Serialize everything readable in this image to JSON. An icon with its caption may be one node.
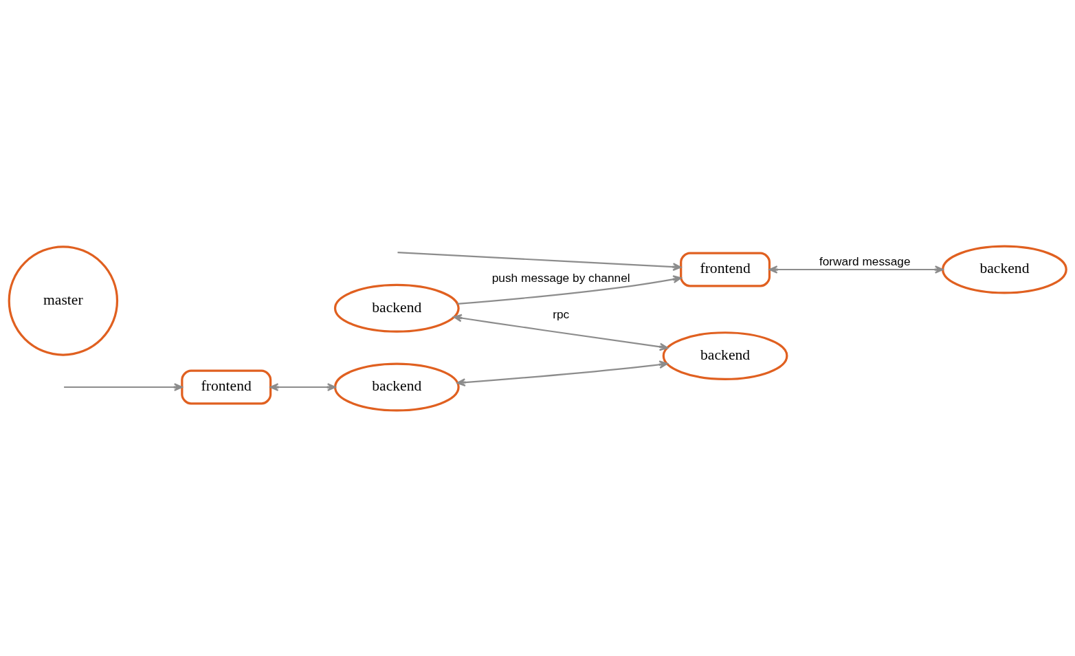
{
  "diagram": {
    "nodes": [
      {
        "text": [
          "frontend"
        ]
      },
      {
        "text": [
          "backend"
        ]
      },
      {
        "text": [
          "master"
        ]
      },
      {
        "text": [
          "backend"
        ]
      },
      {
        "text": [
          "backend"
        ]
      },
      {
        "text": [
          "frontend"
        ]
      },
      {
        "text": [
          "backend"
        ]
      }
    ],
    "edges": [
      {
        "from": null,
        "to": 0,
        "arrow": "to"
      },
      {
        "from": 0,
        "to": 1,
        "arrow": "both",
        "label": "forward message"
      },
      {
        "from": 3,
        "to": 0,
        "arrow": "to",
        "label": "push message by channel"
      },
      {
        "from": 3,
        "to": 4,
        "arrow": "both",
        "label": "rpc"
      },
      {
        "from": null,
        "to": 5,
        "arrow": "to"
      },
      {
        "from": 5,
        "to": 6,
        "arrow": "both"
      },
      {
        "from": 6,
        "to": 4,
        "arrow": "both"
      }
    ]
  }
}
